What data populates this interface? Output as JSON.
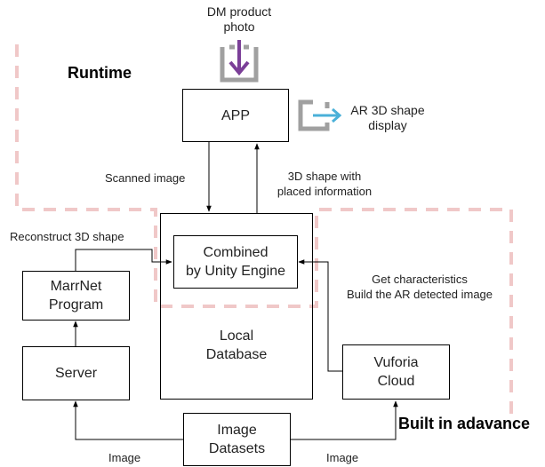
{
  "regions": {
    "runtime": "Runtime",
    "built_in_advance": "Built in adavance"
  },
  "colors": {
    "region_dash": "#f0c8c8",
    "input_arrow": "#7b3f98",
    "output_arrow": "#4ab0d8",
    "icon_frame": "#a0a0a0"
  },
  "icons": {
    "input": "download-into-tray-icon",
    "output": "export-arrow-icon"
  },
  "input_label": [
    "DM product",
    "photo"
  ],
  "output_label": [
    "AR 3D shape",
    "display"
  ],
  "nodes": {
    "app": "APP",
    "combined": [
      "Combined",
      "by Unity Engine"
    ],
    "local_db": [
      "Local",
      "Database"
    ],
    "marrnet": [
      "MarrNet",
      "Program"
    ],
    "server": "Server",
    "vuforia": [
      "Vuforia",
      "Cloud"
    ],
    "datasets": [
      "Image",
      "Datasets"
    ]
  },
  "edges": {
    "scanned": "Scanned image",
    "shape_info": [
      "3D shape with",
      "placed information"
    ],
    "reconstruct": "Reconstruct 3D shape",
    "characteristics": [
      "Get characteristics",
      "Build the AR detected image"
    ],
    "image_left": "Image",
    "image_right": "Image"
  }
}
